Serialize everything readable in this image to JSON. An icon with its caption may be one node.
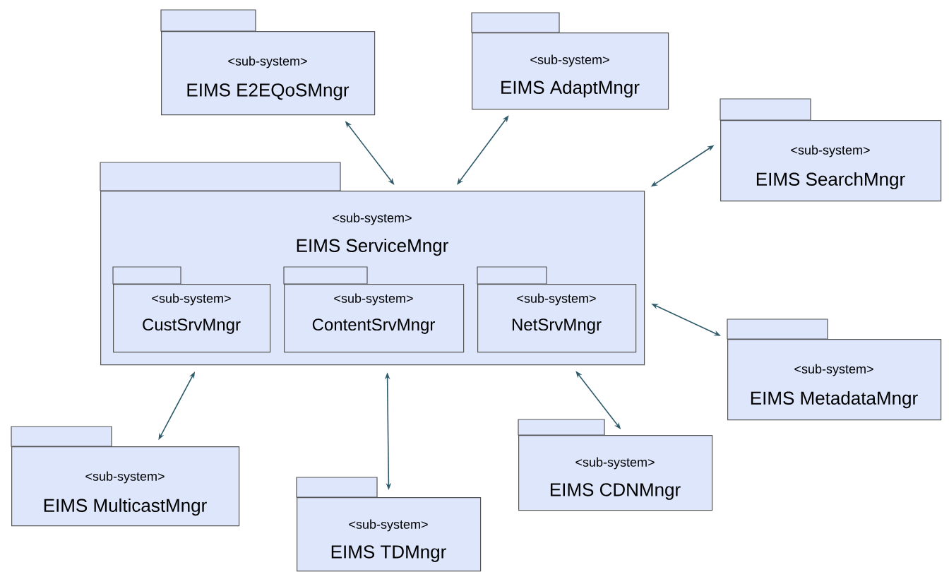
{
  "diagram": {
    "nodes": [
      {
        "text": [
          "<sub-system>",
          "EIMS E2EQoSMngr"
        ]
      },
      {
        "text": [
          "<sub-system>",
          "EIMS AdaptMngr"
        ]
      },
      {
        "text": [
          "<sub-system>",
          "EIMS SearchMngr"
        ]
      },
      {
        "text": [
          "<sub-system>",
          "EIMS ServiceMngr"
        ]
      },
      {
        "text": [
          "<sub-system>",
          "CustSrvMngr"
        ],
        "in": 3
      },
      {
        "text": [
          "<sub-system>",
          "ContentSrvMngr"
        ],
        "in": 3
      },
      {
        "text": [
          "<sub-system>",
          "NetSrvMngr"
        ],
        "in": 3
      },
      {
        "text": [
          "<sub-system>",
          "EIMS MetadataMngr"
        ]
      },
      {
        "text": [
          "<sub-system>",
          "EIMS MulticastMngr"
        ]
      },
      {
        "text": [
          "<sub-system>",
          "EIMS TDMngr"
        ]
      },
      {
        "text": [
          "<sub-system>",
          "EIMS CDNMngr"
        ]
      }
    ],
    "edges": [
      {
        "from": 3,
        "to": 0,
        "arrow": "both"
      },
      {
        "from": 3,
        "to": 1,
        "arrow": "both"
      },
      {
        "from": 3,
        "to": 2,
        "arrow": "both"
      },
      {
        "from": 3,
        "to": 7,
        "arrow": "both"
      },
      {
        "from": 3,
        "to": 8,
        "arrow": "both"
      },
      {
        "from": 3,
        "to": 9,
        "arrow": "both"
      },
      {
        "from": 3,
        "to": 10,
        "arrow": "both"
      }
    ]
  }
}
